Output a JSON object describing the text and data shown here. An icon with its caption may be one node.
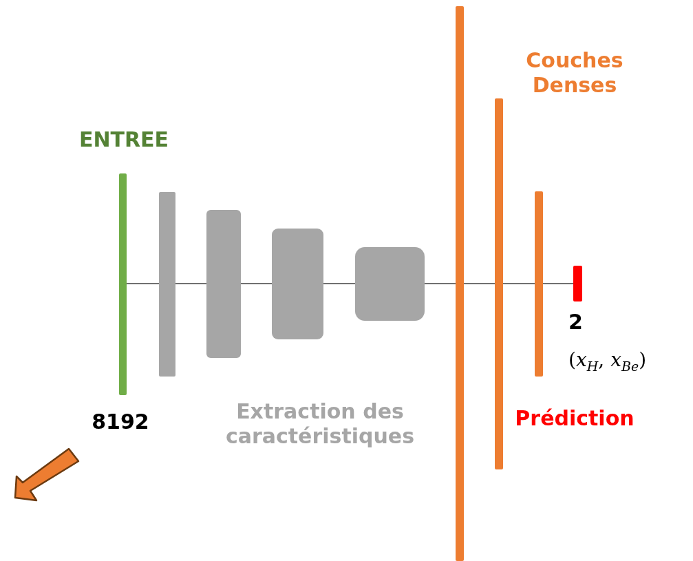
{
  "diagram": {
    "nodes": [
      {
        "text": [],
        "shape": "bar"
      },
      {
        "text": [],
        "shape": "bar"
      },
      {
        "text": [],
        "shape": "box"
      },
      {
        "text": [],
        "shape": "box"
      },
      {
        "text": [],
        "shape": "box"
      },
      {
        "text": [],
        "shape": "bar"
      },
      {
        "text": [],
        "shape": "bar"
      },
      {
        "text": [],
        "shape": "bar"
      },
      {
        "text": [],
        "shape": "bar"
      }
    ],
    "edges": [
      {
        "from": 0,
        "to": 1,
        "arrow": "none"
      },
      {
        "from": 1,
        "to": 2,
        "arrow": "none"
      },
      {
        "from": 2,
        "to": 3,
        "arrow": "none"
      },
      {
        "from": 3,
        "to": 4,
        "arrow": "none"
      },
      {
        "from": 4,
        "to": 5,
        "arrow": "none"
      },
      {
        "from": 5,
        "to": 6,
        "arrow": "none"
      },
      {
        "from": 6,
        "to": 7,
        "arrow": "none"
      },
      {
        "from": 7,
        "to": 8,
        "arrow": "none"
      }
    ],
    "labels": [
      "Couches Denses",
      "ENTREE",
      "8192",
      "Extraction des caractéristiques",
      "Prédiction",
      "2",
      "(*x*$_{H}$, *x*$_{Be}$)"
    ]
  }
}
